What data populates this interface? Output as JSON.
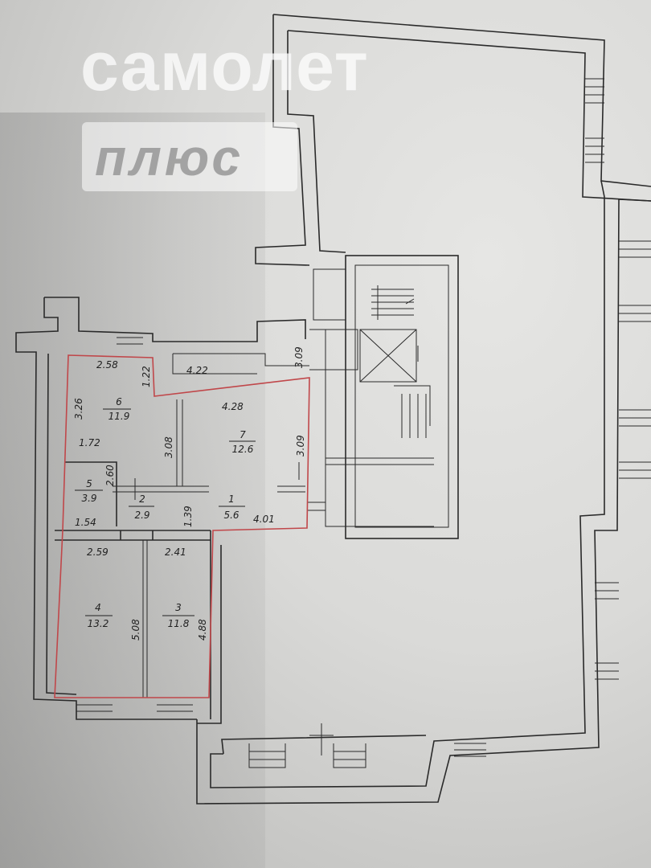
{
  "watermark": {
    "title": "самолет",
    "subtitle": "плюс"
  },
  "rooms": [
    {
      "number": "1",
      "area": "5.6"
    },
    {
      "number": "2",
      "area": "2.9"
    },
    {
      "number": "3",
      "area": "11.8"
    },
    {
      "number": "4",
      "area": "13.2"
    },
    {
      "number": "5",
      "area": "3.9"
    },
    {
      "number": "6",
      "area": "11.9"
    },
    {
      "number": "7",
      "area": "12.6"
    }
  ],
  "dimensions": {
    "d258": "2.58",
    "d122": "1.22",
    "d326": "3.26",
    "d422": "4.22",
    "d309a": "3.09",
    "d428": "4.28",
    "d308": "3.08",
    "d309b": "3.09",
    "d172": "1.72",
    "d260": "2.60",
    "d154": "1.54",
    "d139": "1.39",
    "d401": "4.01",
    "d259": "2.59",
    "d241": "2.41",
    "d508": "5.08",
    "d488": "4.88"
  },
  "colors": {
    "outline": "#c0474a",
    "wall": "#2a2a2a"
  }
}
